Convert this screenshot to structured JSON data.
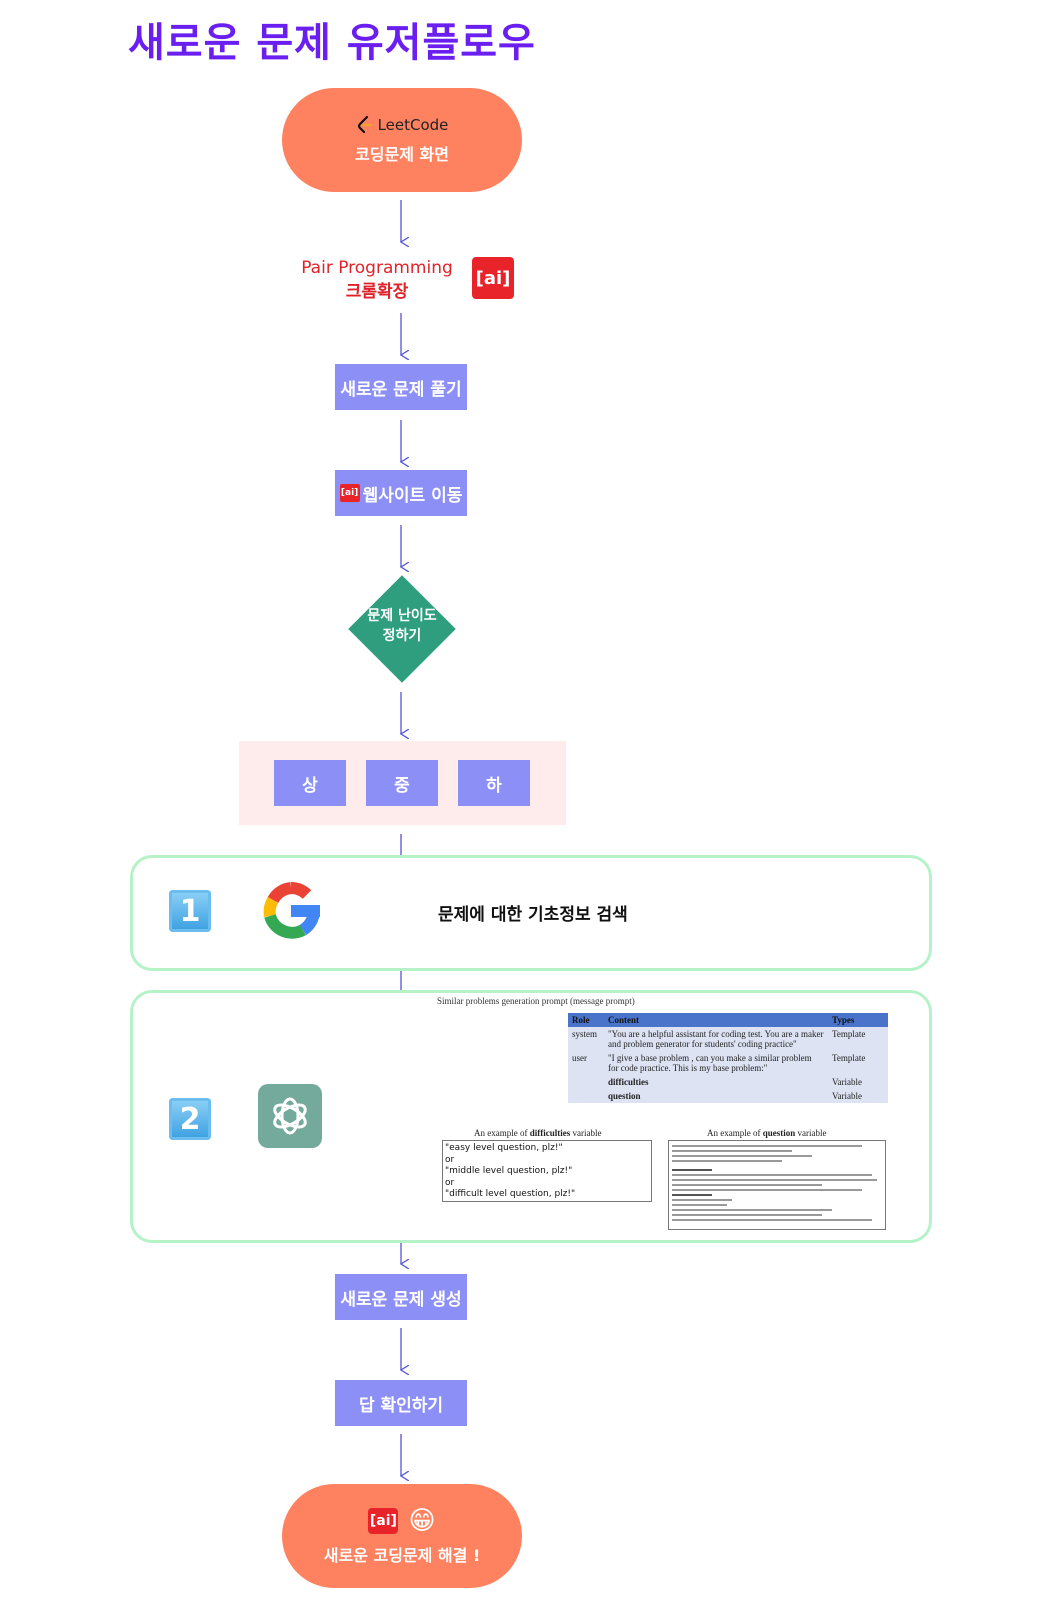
{
  "title": "새로운 문제 유저플로우",
  "start": {
    "logo": "LeetCode",
    "label": "코딩문제 화면"
  },
  "extension": {
    "line1": "Pair Programming",
    "line2": "크롬확장",
    "badge": "[ai]"
  },
  "steps": {
    "solve_new": "새로운 문제 풀기",
    "go_site": "웹사이트 이동",
    "site_badge": "[ai]"
  },
  "decision": {
    "line1": "문제 난이도",
    "line2": "정하기"
  },
  "levels": [
    "상",
    "중",
    "하"
  ],
  "stage1": {
    "number": "1",
    "icon": "google-logo",
    "text": "문제에 대한 기초정보 검색"
  },
  "stage2": {
    "number": "2",
    "icon": "chatgpt-logo",
    "caption": "Similar problems generation prompt (message prompt)",
    "table": {
      "headers": [
        "Role",
        "Content",
        "Types"
      ],
      "rows": [
        [
          "system",
          "\"You are a helpful assistant for coding test. You are a maker and problem generator for students' coding practice\"",
          "Template"
        ],
        [
          "user",
          "\"I give a base problem , can you make a similar problem for code practice. This is my base problem:\"",
          "Template"
        ],
        [
          "",
          "difficulties",
          "Variable"
        ],
        [
          "",
          "question",
          "Variable"
        ]
      ]
    },
    "difficulties": {
      "caption_pre": "An example of ",
      "caption_bold": "difficulties",
      "caption_post": " variable",
      "lines": [
        "\"easy level question, plz!\"",
        "or",
        "\"middle level question, plz!\"",
        "or",
        "\"difficult level question, plz!\""
      ]
    },
    "question": {
      "caption_pre": "An example of ",
      "caption_bold": "question",
      "caption_post": " variable"
    }
  },
  "steps2": {
    "generate": "새로운 문제 생성",
    "check": "답 확인하기"
  },
  "end": {
    "badge": "[ai]",
    "emoji": "😁",
    "label": "새로운 코딩문제 해결 !"
  },
  "colors": {
    "title": "#6a1ff0",
    "pill": "#ff8260",
    "box": "#8c8ff5",
    "diamond": "#2e9e7e",
    "line": "#5355d8",
    "frame": "#b6f2c8",
    "level_bg": "#fdeceb",
    "red": "#e8232a"
  }
}
